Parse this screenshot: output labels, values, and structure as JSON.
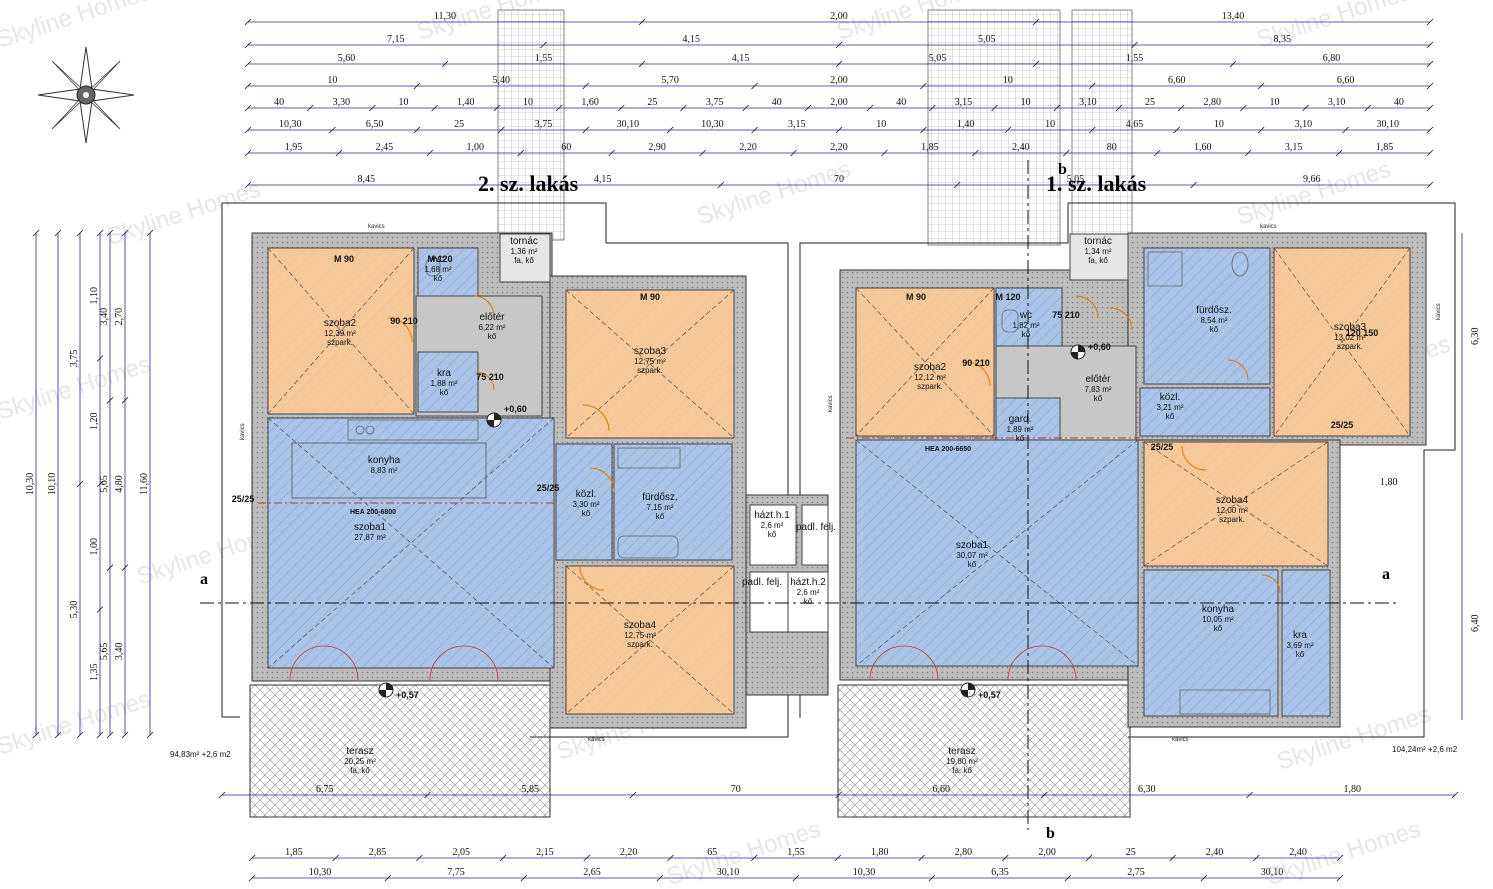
{
  "titles": {
    "unit2": "2. sz. lakás",
    "unit1": "1. sz. lakás"
  },
  "watermark": "Skyline Homes",
  "area_totals": {
    "left": "94,83m² +2,6 m2",
    "right": "104,24m² +2,6 m2"
  },
  "beams": {
    "left": "HEA 200-6800",
    "right": "HEA 200-6650"
  },
  "sections": {
    "a": "a",
    "b": "b"
  },
  "kavics": "kavics",
  "levels": {
    "interior": "+0,60",
    "terrace": "+0,57"
  },
  "rooms_left": [
    {
      "name": "szoba2",
      "area": "12,39 m²",
      "floor": "szpark.",
      "color": "#f6c89a"
    },
    {
      "name": "wc",
      "area": "1,68 m²",
      "floor": "kő",
      "color": "#a9c4e6"
    },
    {
      "name": "tornác",
      "area": "1,36 m²",
      "floor": "fa, kő",
      "color": "#e6e6e6"
    },
    {
      "name": "előtér",
      "area": "6,22 m²",
      "floor": "kő",
      "color": "#c7c7c7"
    },
    {
      "name": "kra",
      "area": "1,88 m²",
      "floor": "kő",
      "color": "#a9c4e6"
    },
    {
      "name": "szoba3",
      "area": "12,75 m²",
      "floor": "szpark.",
      "color": "#f6c89a"
    },
    {
      "name": "konyha",
      "area": "8,83 m²",
      "floor": "",
      "color": "#a9c4e6"
    },
    {
      "name": "szoba1",
      "area": "27,87 m²",
      "floor": "",
      "color": "#a9c4e6"
    },
    {
      "name": "közl.",
      "area": "3,30 m²",
      "floor": "kő",
      "color": "#a9c4e6"
    },
    {
      "name": "fürdősz.",
      "area": "7,15 m²",
      "floor": "kő",
      "color": "#a9c4e6"
    },
    {
      "name": "szoba4",
      "area": "12,75 m²",
      "floor": "szpark.",
      "color": "#f6c89a"
    },
    {
      "name": "terasz",
      "area": "20,25 m²",
      "floor": "fa, kő",
      "color": "#f2f2f2"
    }
  ],
  "rooms_right": [
    {
      "name": "szoba2",
      "area": "12,12 m²",
      "floor": "szpark.",
      "color": "#f6c89a"
    },
    {
      "name": "wc",
      "area": "1,82 m²",
      "floor": "kő",
      "color": "#a9c4e6"
    },
    {
      "name": "tornác",
      "area": "1,34 m²",
      "floor": "fa, kő",
      "color": "#e6e6e6"
    },
    {
      "name": "előtér",
      "area": "7,83 m²",
      "floor": "kő",
      "color": "#c7c7c7"
    },
    {
      "name": "gard.",
      "area": "1,89 m²",
      "floor": "kő",
      "color": "#a9c4e6"
    },
    {
      "name": "fürdősz.",
      "area": "8,54 m²",
      "floor": "kő",
      "color": "#a9c4e6"
    },
    {
      "name": "szoba3",
      "area": "13,02 m²",
      "floor": "szpark.",
      "color": "#f6c89a"
    },
    {
      "name": "közl.",
      "area": "3,21 m²",
      "floor": "kő",
      "color": "#a9c4e6"
    },
    {
      "name": "szoba1",
      "area": "30,07 m²",
      "floor": "kő",
      "color": "#a9c4e6"
    },
    {
      "name": "szoba4",
      "area": "12,00 m²",
      "floor": "szpark.",
      "color": "#f6c89a"
    },
    {
      "name": "konyha",
      "area": "10,05 m²",
      "floor": "kő",
      "color": "#a9c4e6"
    },
    {
      "name": "kra",
      "area": "3,69 m²",
      "floor": "kő",
      "color": "#a9c4e6"
    },
    {
      "name": "terasz",
      "area": "19,80 m²",
      "floor": "fa, kő",
      "color": "#f2f2f2"
    }
  ],
  "rooms_mid": [
    {
      "name": "házt.h.1",
      "area": "2,6 m²",
      "floor": "kő"
    },
    {
      "name": "padl. felj.",
      "area": "",
      "floor": ""
    },
    {
      "name": "padl. felj.",
      "area": "",
      "floor": ""
    },
    {
      "name": "házt.h.2",
      "area": "2,6 m²",
      "floor": "kő"
    }
  ],
  "dims_top": [
    [
      "11,30",
      "2,00",
      "13,40"
    ],
    [
      "7,15",
      "4,15",
      "5,05",
      "8,35"
    ],
    [
      "5,60",
      "1,55",
      "4,15",
      "5,05",
      "1,55",
      "6,80"
    ],
    [
      "10",
      "5,40",
      "5,70",
      "2,00",
      "10",
      "6,60",
      "6,60"
    ],
    [
      "40",
      "3,30",
      "10",
      "1,40",
      "10",
      "1,60",
      "25",
      "3,75",
      "40",
      "2,00",
      "40",
      "3,15",
      "10",
      "3,10",
      "25",
      "2,80",
      "10",
      "3,10",
      "40"
    ],
    [
      "10,30",
      "6,50",
      "25",
      "3,75",
      "30,10",
      "10,30",
      "3,15",
      "10",
      "1,40",
      "10",
      "4,65",
      "10",
      "3,10",
      "30,10"
    ],
    [
      "1,95",
      "2,45",
      "1,00",
      "60",
      "2,90",
      "2,20",
      "2,20",
      "1,85",
      "2,40",
      "80",
      "1,60",
      "3,15",
      "1,85"
    ],
    [
      "8,45",
      "4,15",
      "70",
      "5,05",
      "9,66"
    ]
  ],
  "dims_bottom": [
    [
      "1,85",
      "2,85",
      "2,05",
      "2,15",
      "2,20",
      "65",
      "1,55",
      "1,80",
      "2,80",
      "2,00",
      "25",
      "2,40",
      "2,40"
    ],
    [
      "10,30",
      "7,75",
      "2,65",
      "30,10",
      "10,30",
      "6,35",
      "2,75",
      "30,10"
    ]
  ],
  "dims_bottom_mid": [
    "6,75",
    "5,85",
    "70",
    "6,60",
    "6,30",
    "1,80"
  ],
  "dims_left": [
    "10,30",
    "10,10",
    "11,60",
    "3,75",
    "5,30",
    "3,40",
    "5,65",
    "5,65",
    "2,70",
    "4,80",
    "3,40",
    "1,10",
    "1,20",
    "1,00",
    "1,35"
  ],
  "dims_right": [
    "6,30",
    "6,40",
    "1,80"
  ],
  "doors": [
    "M 90",
    "M 120",
    "M 90",
    "90 210",
    "75 210",
    "M 120",
    "M 90",
    "75 210",
    "90 210",
    "120 150",
    "25/25",
    "25/25",
    "25/25",
    "25/25"
  ]
}
